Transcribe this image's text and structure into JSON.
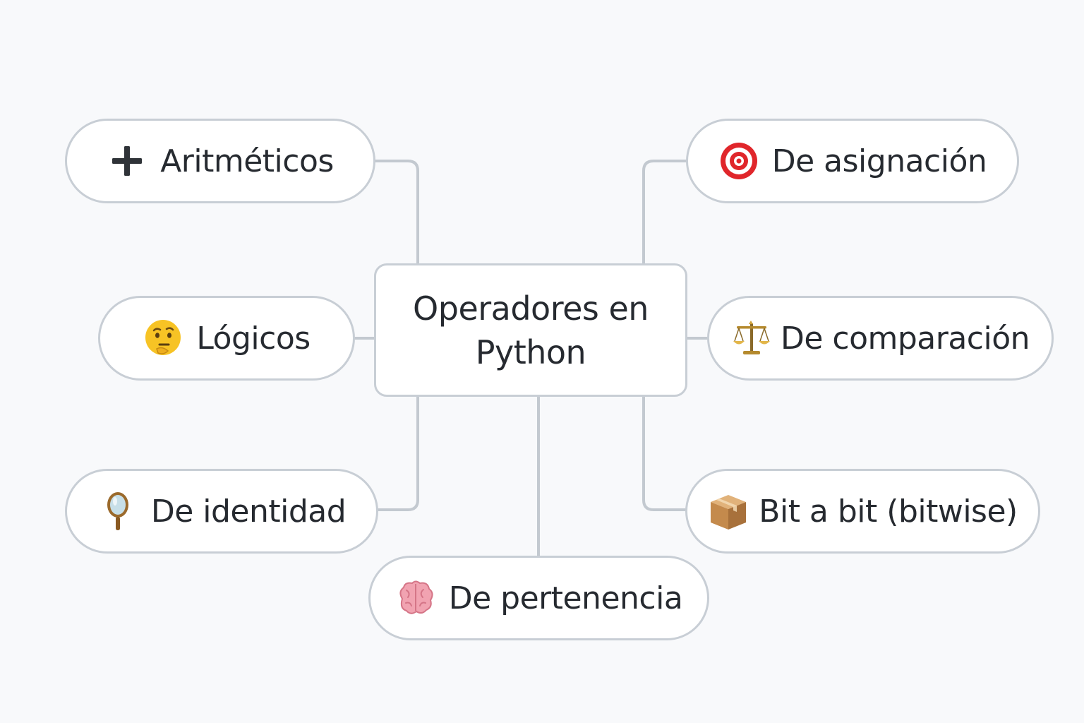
{
  "diagram": {
    "center": {
      "title": "Operadores en Python"
    },
    "branches": [
      {
        "key": "aritmeticos",
        "label": "Aritméticos",
        "icon": "plus-icon"
      },
      {
        "key": "asignacion",
        "label": "De asignación",
        "icon": "target-icon"
      },
      {
        "key": "logicos",
        "label": "Lógicos",
        "icon": "thinking-face-icon"
      },
      {
        "key": "comparacion",
        "label": "De comparación",
        "icon": "balance-scale-icon"
      },
      {
        "key": "identidad",
        "label": "De identidad",
        "icon": "hand-mirror-icon"
      },
      {
        "key": "bitwise",
        "label": "Bit a bit (bitwise)",
        "icon": "package-box-icon"
      },
      {
        "key": "pertenencia",
        "label": "De pertenencia",
        "icon": "brain-icon"
      }
    ],
    "colors": {
      "background": "#f8f9fb",
      "node_border": "#c8ced5",
      "connector": "#c3c9d0",
      "text": "#262a30"
    }
  }
}
